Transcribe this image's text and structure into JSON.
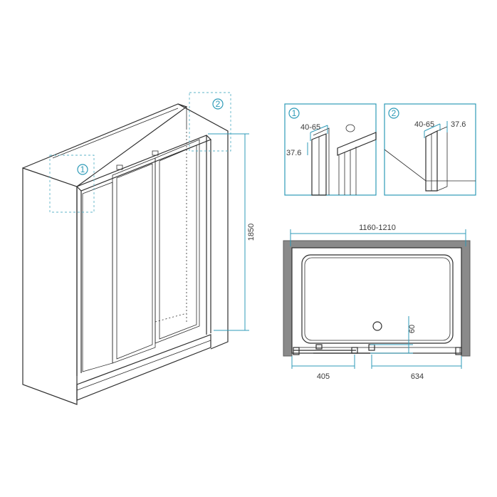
{
  "callouts": {
    "detail_1": "1",
    "detail_2": "2"
  },
  "dimensions": {
    "height": "1850",
    "width_range": "1160-1210",
    "profile_width_range": "40-65",
    "profile_depth": "37.6",
    "left_offset": "405",
    "right_offset": "634",
    "tray_gap": "60"
  },
  "colors": {
    "line": "#2e2e2e",
    "accent": "#2f9bb8",
    "wall": "#8a8a8a"
  }
}
